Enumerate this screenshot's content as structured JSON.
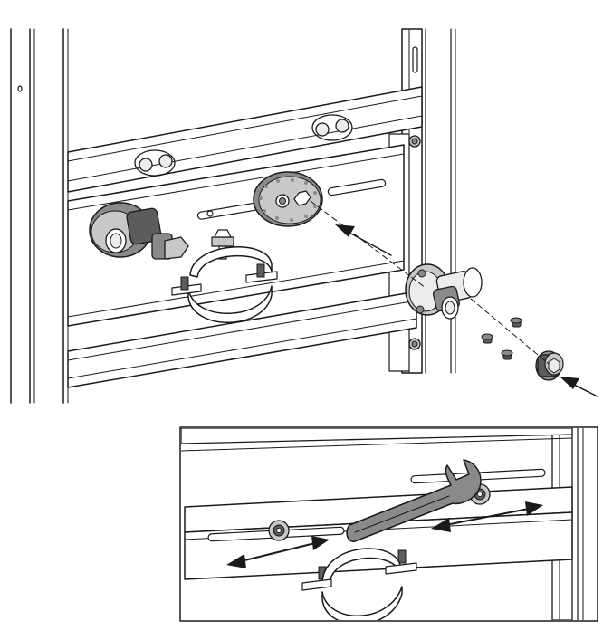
{
  "diagram": {
    "main_view": {
      "parts": [
        "mounting-frame",
        "crossbar",
        "elbow-fitting-left",
        "round-mounting-plate",
        "pipe-clamp",
        "elbow-fitting-right",
        "screws",
        "cap-fitting"
      ],
      "arrows": [
        "insert-arrow",
        "cap-arrow"
      ]
    },
    "inset_view": {
      "parts": [
        "inset-frame",
        "slotted-bar",
        "pipe-clamp",
        "wrench",
        "bolts"
      ],
      "arrows": [
        "adjust-arrow-left",
        "adjust-arrow-right"
      ]
    }
  }
}
